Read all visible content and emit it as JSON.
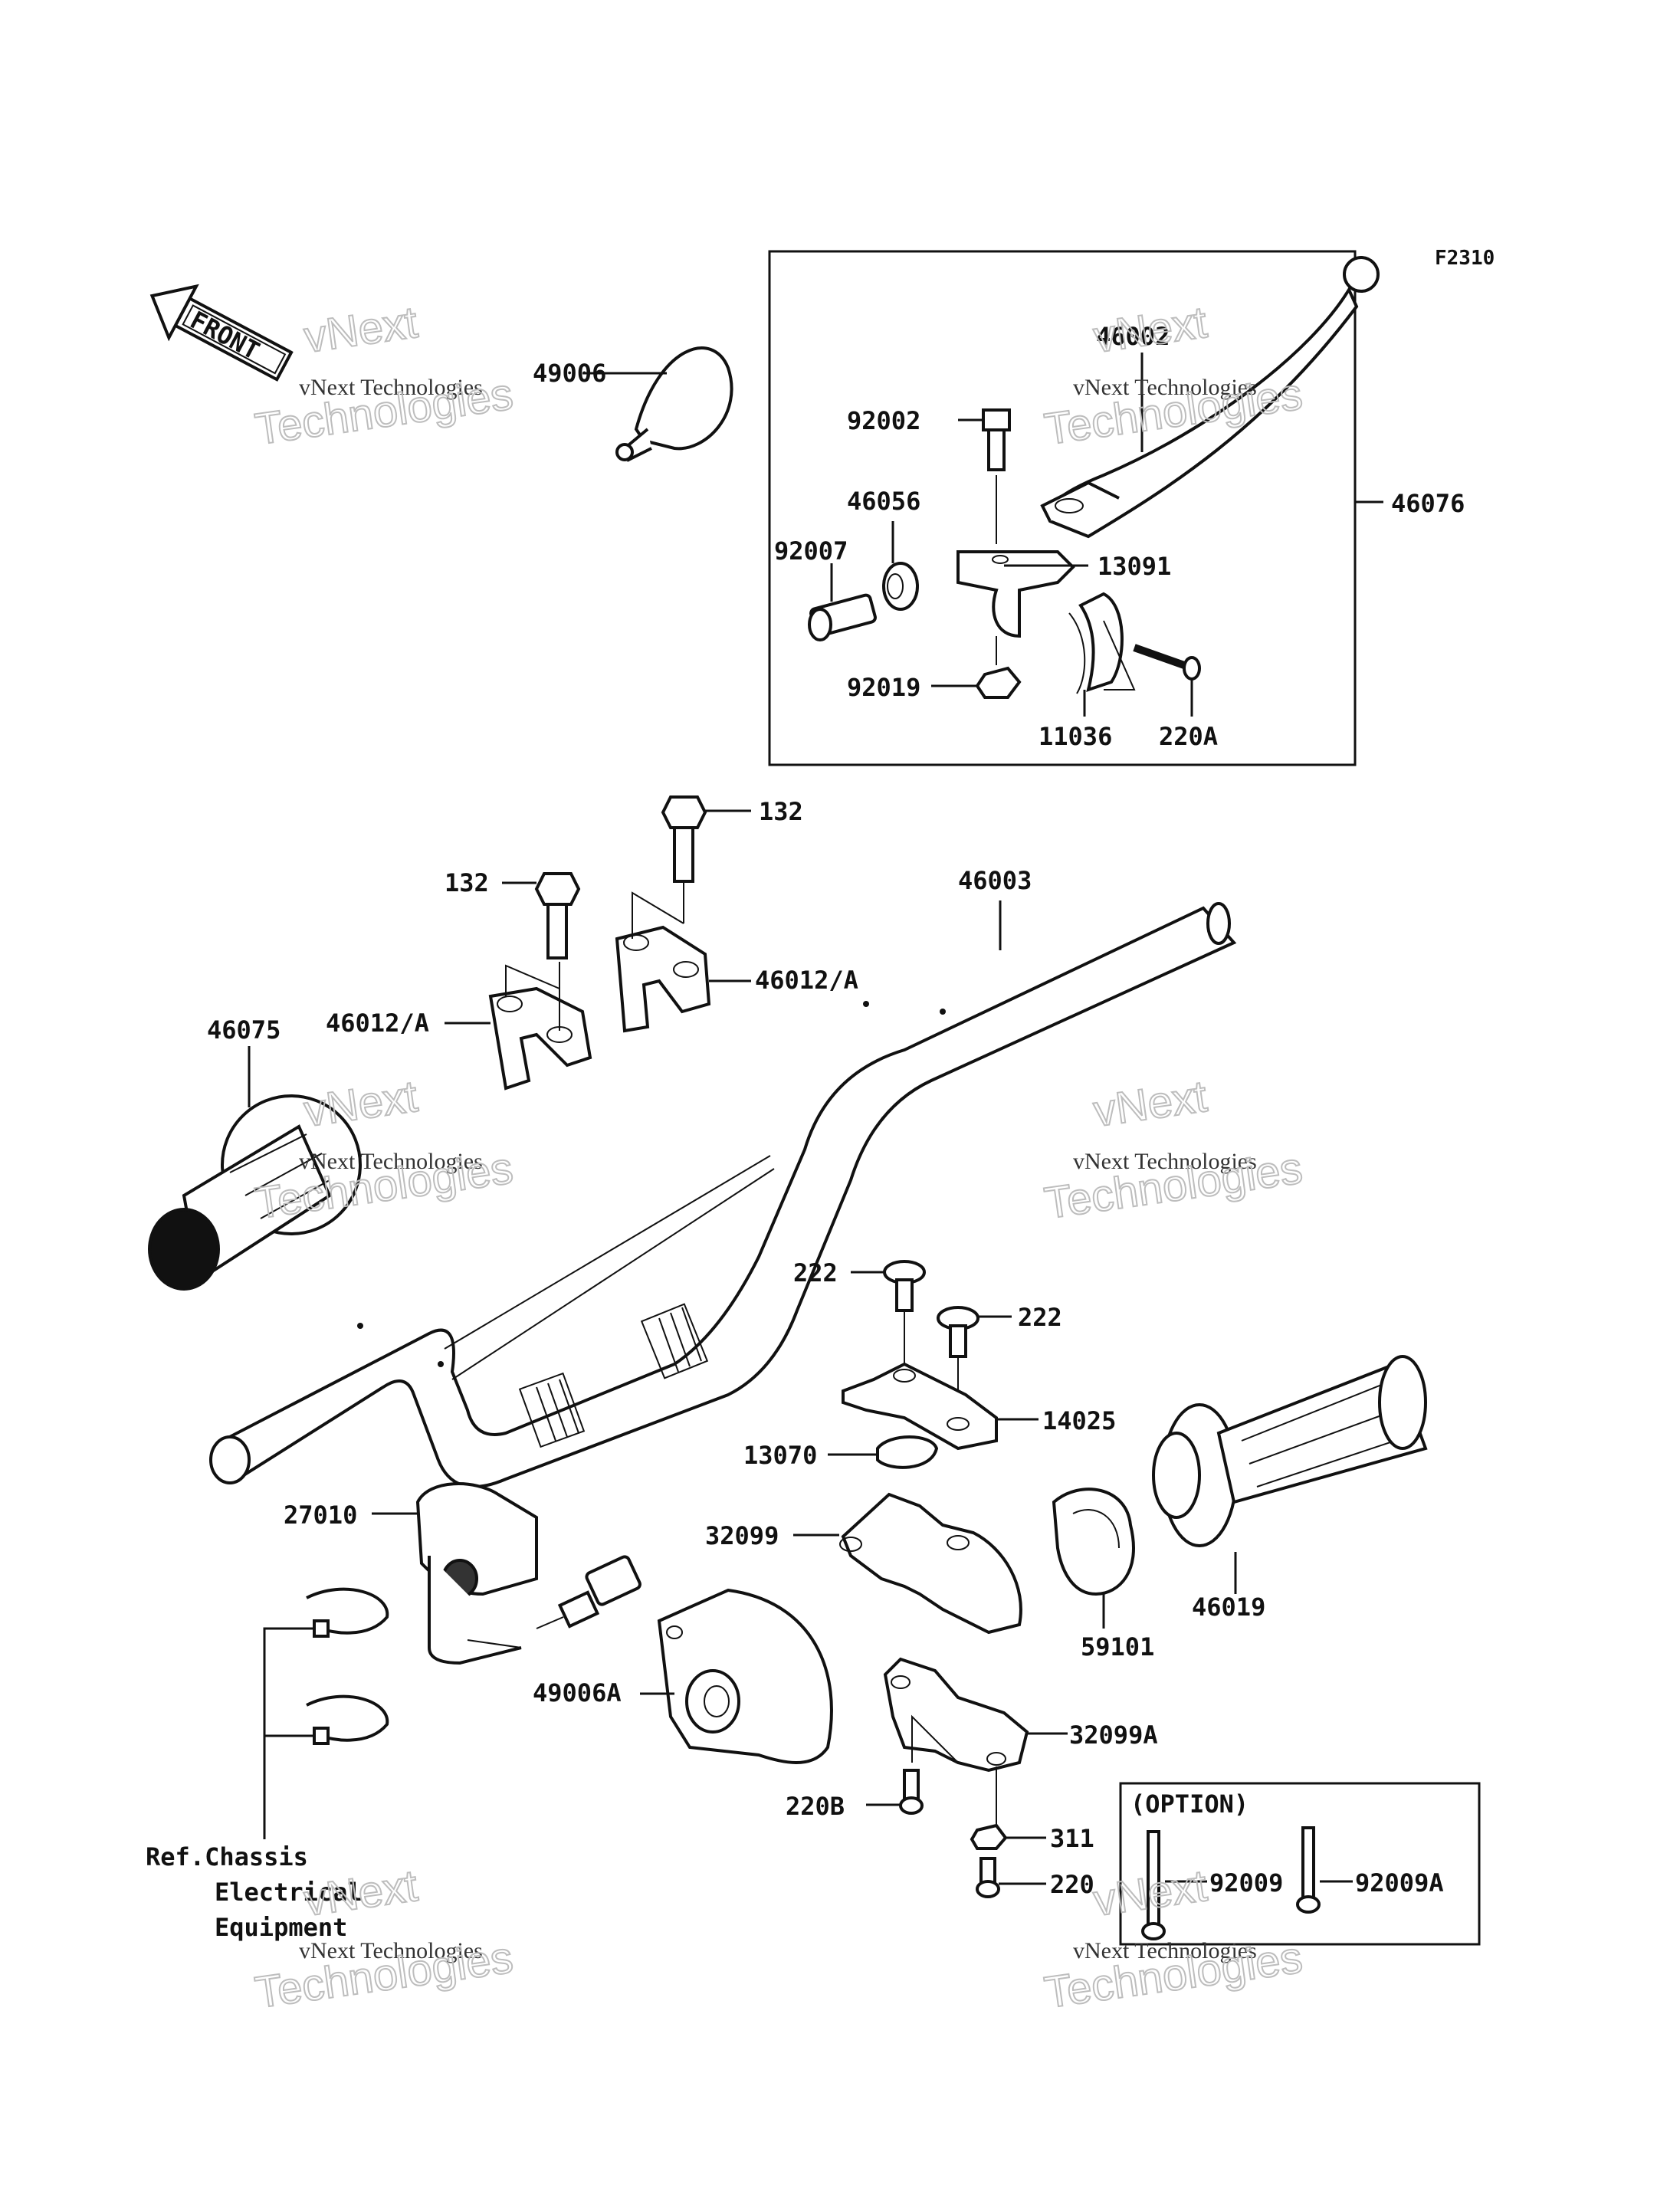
{
  "figure_code": "F2310",
  "front_label": "FRONT",
  "watermark": {
    "line1": "vNext",
    "line2": "vNext Technologies",
    "line3": "Technologies"
  },
  "parts": {
    "p49006": "49006",
    "p46002": "46002",
    "p92002": "92002",
    "p46056": "46056",
    "p92007": "92007",
    "p13091": "13091",
    "p92019": "92019",
    "p11036": "11036",
    "p220A": "220A",
    "p46076": "46076",
    "p132a": "132",
    "p132b": "132",
    "p46003": "46003",
    "p46012a": "46012/A",
    "p46012b": "46012/A",
    "p46075": "46075",
    "p222a": "222",
    "p222b": "222",
    "p14025": "14025",
    "p13070": "13070",
    "p27010": "27010",
    "p32099": "32099",
    "p59101": "59101",
    "p46019": "46019",
    "p49006A": "49006A",
    "p32099A": "32099A",
    "p220B": "220B",
    "p311": "311",
    "p220": "220",
    "p92009": "92009",
    "p92009A": "92009A"
  },
  "option_label": "(OPTION)",
  "reference_note": {
    "line1": "Ref.Chassis",
    "line2": "Electrical",
    "line3": "Equipment"
  }
}
